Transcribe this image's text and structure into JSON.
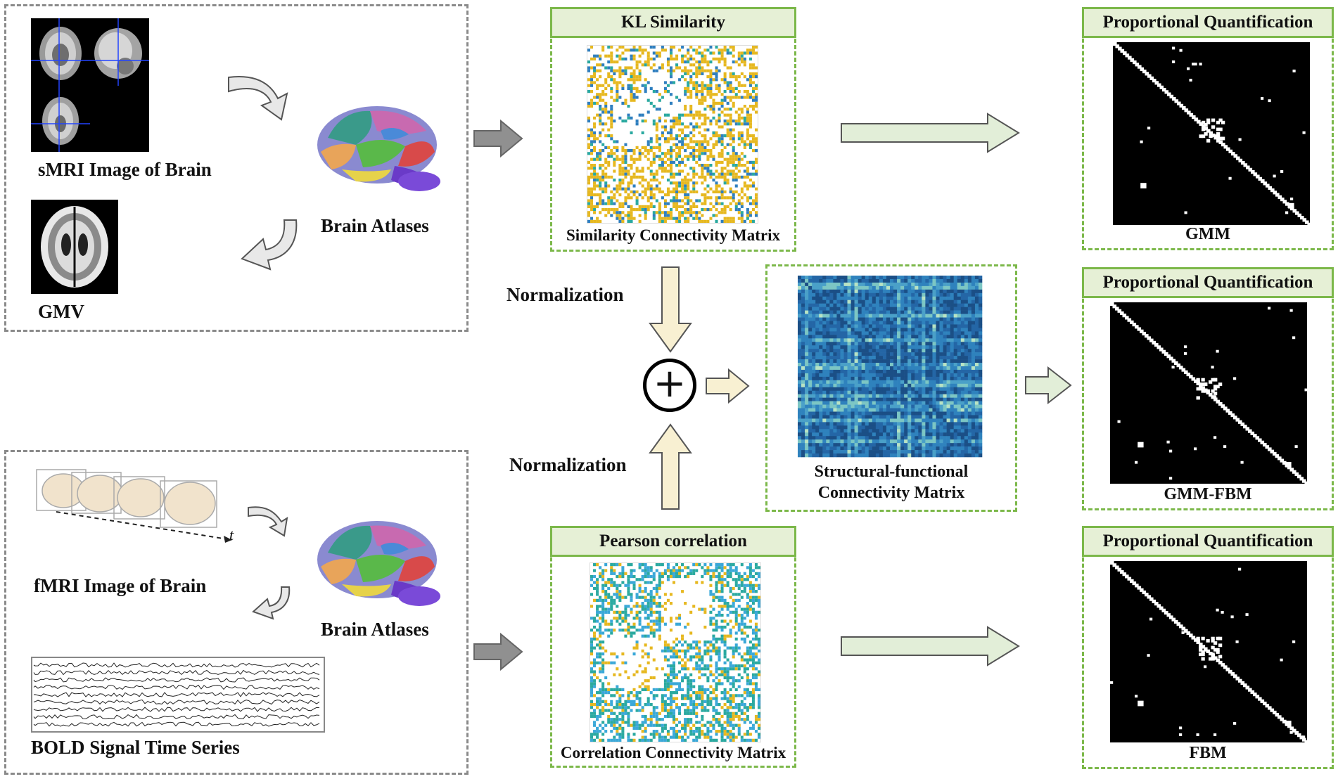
{
  "smri_panel": {
    "smri_label": "sMRI Image of Brain",
    "atlas_label": "Brain Atlases",
    "gmv_label": "GMV"
  },
  "fmri_panel": {
    "fmri_label": "fMRI Image of Brain",
    "atlas_label": "Brain Atlases",
    "bold_label": "BOLD Signal Time Series",
    "time_axis_symbol": "t"
  },
  "kl_panel": {
    "header": "KL Similarity",
    "caption": "Similarity  Connectivity Matrix"
  },
  "pearson_panel": {
    "header": "Pearson correlation",
    "caption": "Correlation Connectivity Matrix"
  },
  "fusion": {
    "normalization_top": "Normalization",
    "normalization_bottom": "Normalization",
    "operator_symbol": "+",
    "caption_line1": "Structural-functional",
    "caption_line2": "Connectivity Matrix"
  },
  "quant_panels": [
    {
      "header": "Proportional Quantification",
      "caption": "GMM"
    },
    {
      "header": "Proportional Quantification",
      "caption": "GMM-FBM"
    },
    {
      "header": "Proportional Quantification",
      "caption": "FBM"
    }
  ],
  "colors": {
    "panel_border_gray": "#8a8a8a",
    "panel_border_green": "#7cb84a",
    "header_fill_green": "#e6f0d6",
    "arrow_gray": "#909090",
    "arrow_green": "#e2eed8",
    "arrow_cream": "#f8f0d2",
    "matrix_yellow": "#e6b820",
    "matrix_blue": "#2f7fbf",
    "matrix_teal": "#2aa9a0",
    "fusion_dark": "#1b4f86",
    "fusion_light": "#9fd8c8"
  }
}
